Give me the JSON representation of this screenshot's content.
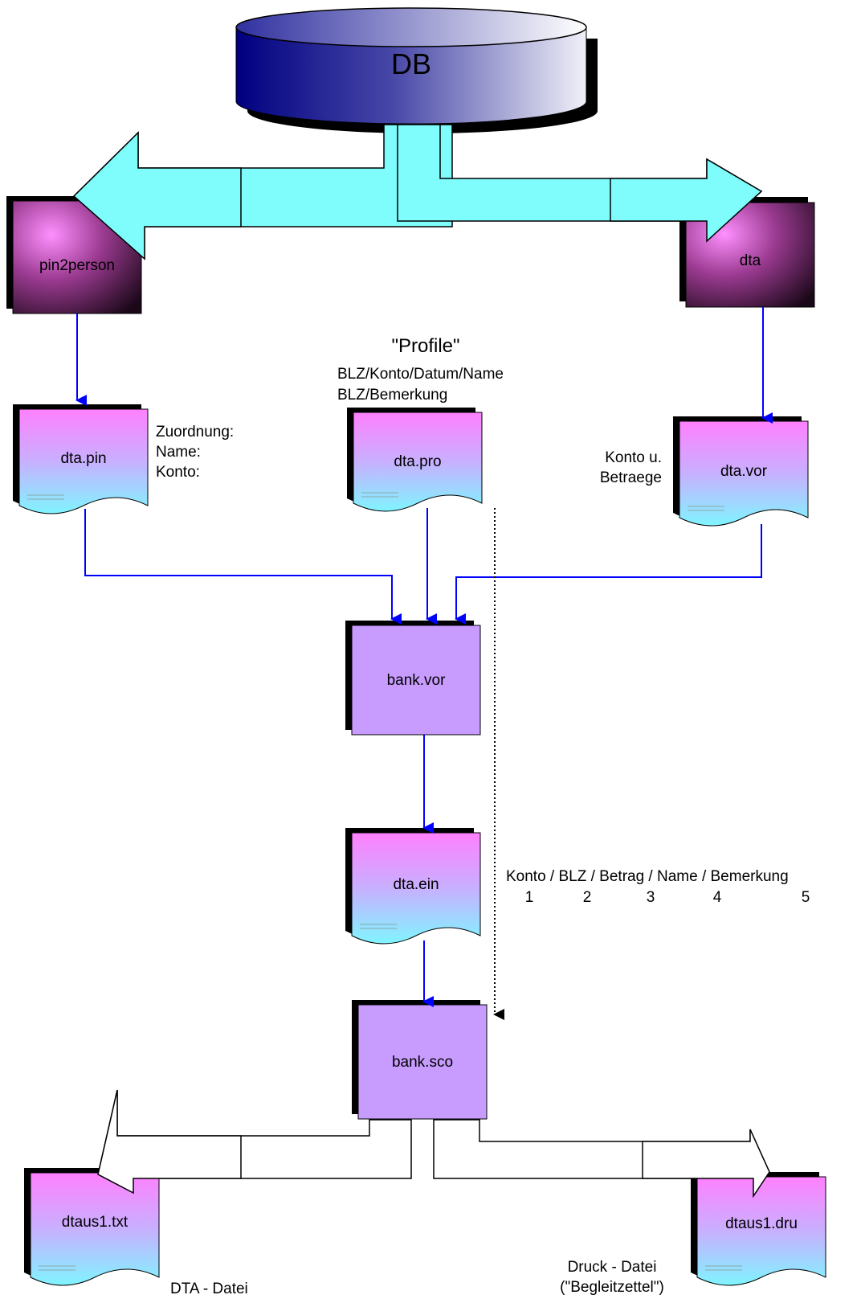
{
  "db": {
    "label": "DB"
  },
  "programs": {
    "pin2person": "pin2person",
    "dta": "dta",
    "bank_vor": "bank.vor",
    "bank_sco": "bank.sco"
  },
  "files": {
    "dta_pin": "dta.pin",
    "dta_pro": "dta.pro",
    "dta_vor": "dta.vor",
    "dta_ein": "dta.ein",
    "dtaus1_txt": "dtaus1.txt",
    "dtaus1_dru": "dtaus1.dru"
  },
  "notes": {
    "profile_title": "\"Profile\"",
    "profile_line1": "BLZ/Konto/Datum/Name",
    "profile_line2": "BLZ/Bemerkung",
    "zuordnung": "Zuordnung:",
    "name": "Name:",
    "konto": "Konto:",
    "konto_u": "Konto u.",
    "betraege": "Betraege",
    "fields_line": "Konto / BLZ / Betrag / Name / Bemerkung",
    "field_numbers": [
      "1",
      "2",
      "3",
      "4",
      "5"
    ],
    "dta_datei": "DTA - Datei",
    "druck_datei": "Druck - Datei",
    "begleitzettel": "(\"Begleitzettel\")"
  },
  "colors": {
    "db_dark": "#0a0a7a",
    "db_light": "#e8e8f4",
    "fat_arrow": "#7ffcfc",
    "program_dark": "#1a0a1a",
    "program_light": "#c060c0",
    "doc_top": "#ff80ff",
    "doc_bottom": "#80f0ff",
    "process": "#c89cff",
    "connector": "#0000ff"
  }
}
